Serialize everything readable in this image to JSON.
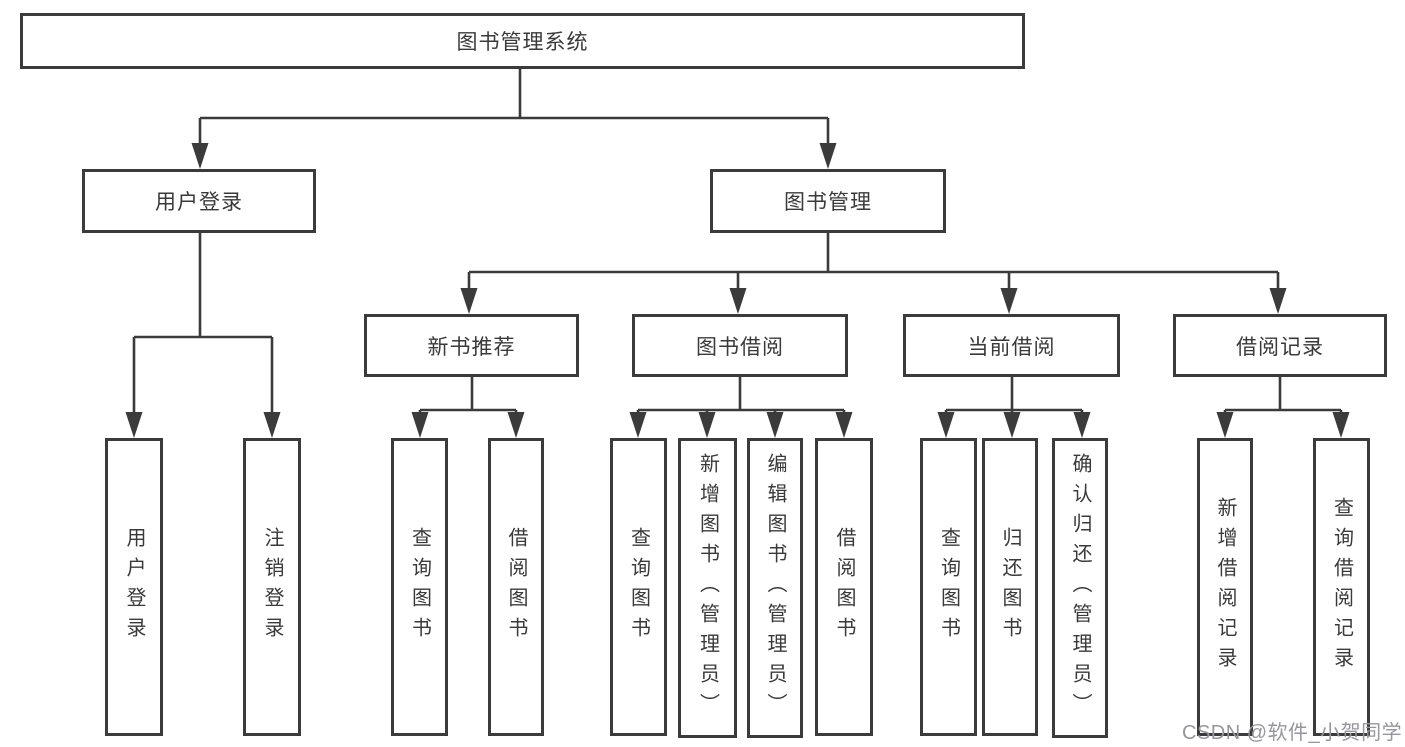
{
  "diagram_title": "图书管理系统",
  "nodes": {
    "root": "图书管理系统",
    "user_login": "用户登录",
    "book_mgmt": "图书管理",
    "new_book_rec": "新书推荐",
    "book_borrow": "图书借阅",
    "current_borrow": "当前借阅",
    "borrow_record": "借阅记录",
    "leaf_user_login": "用户登录",
    "leaf_logout": "注销登录",
    "leaf_nbr_query": "查询图书",
    "leaf_nbr_borrow": "借阅图书",
    "leaf_bb_query": "查询图书",
    "leaf_bb_add": "新增图书（管理员）",
    "leaf_bb_edit": "编辑图书（管理员）",
    "leaf_bb_borrow": "借阅图书",
    "leaf_cb_query": "查询图书",
    "leaf_cb_return": "归还图书",
    "leaf_cb_confirm": "确认归还（管理员）",
    "leaf_br_add": "新增借阅记录",
    "leaf_br_query": "查询借阅记录"
  },
  "watermark": "CSDN @软件_小贺同学",
  "colors": {
    "line": "#3b3b3b",
    "text": "#3a3a3a",
    "watermark": "#96969e",
    "background": "#ffffff"
  }
}
